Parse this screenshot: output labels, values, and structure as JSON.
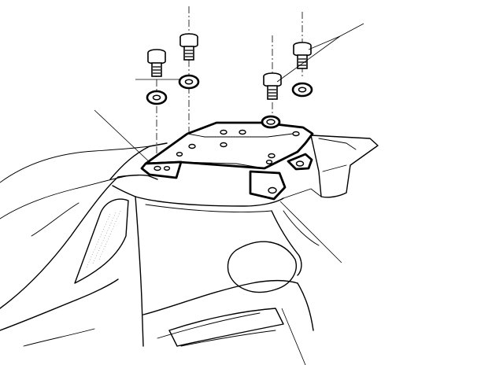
{
  "figure": {
    "parts": [
      {
        "name": "bolt",
        "count": 4
      },
      {
        "name": "washer",
        "count": 4
      },
      {
        "name": "carrier-bracket",
        "count": 1
      }
    ],
    "leader_lines": 6,
    "colors": {
      "line": "#000000",
      "background": "#ffffff"
    }
  }
}
